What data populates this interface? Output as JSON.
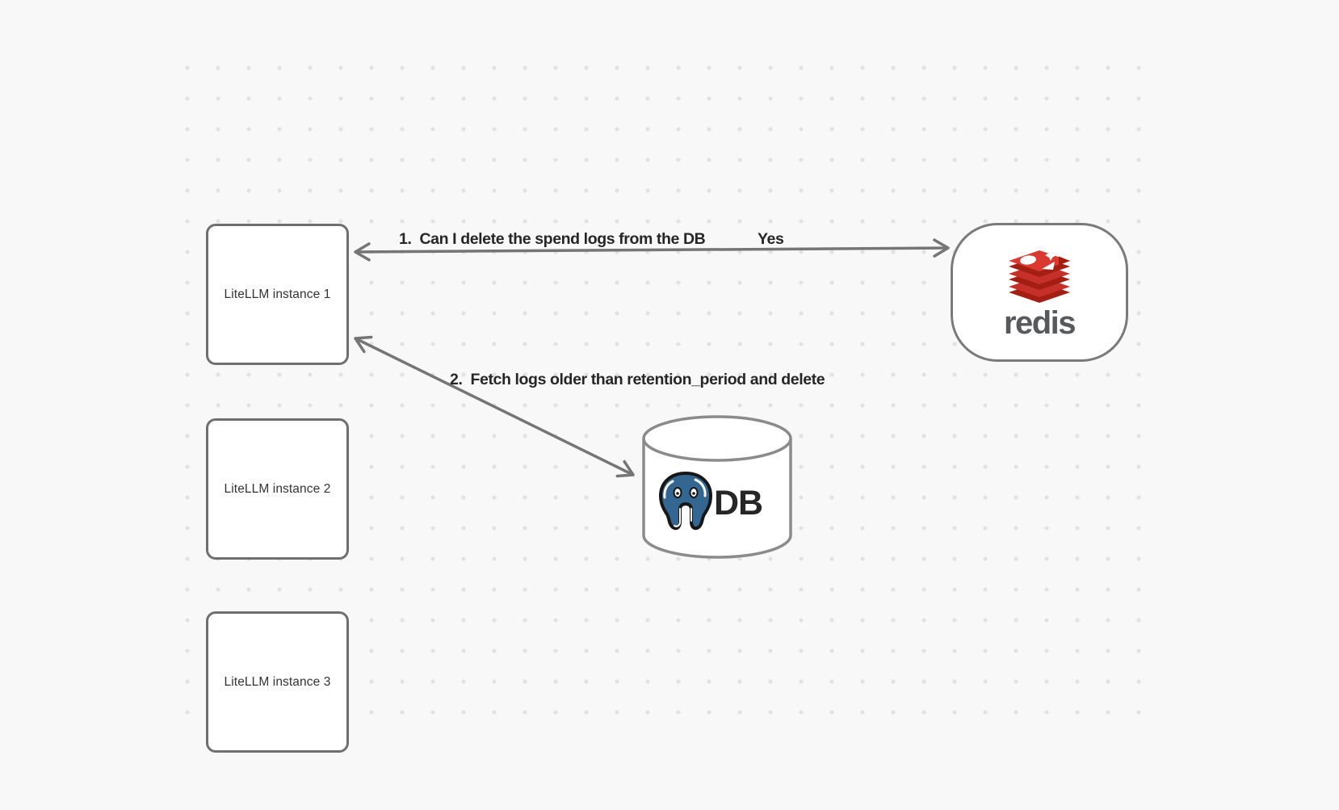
{
  "diagram": {
    "nodes": {
      "instance1": {
        "label": "LiteLLM instance 1"
      },
      "instance2": {
        "label": "LiteLLM instance 2"
      },
      "instance3": {
        "label": "LiteLLM instance 3"
      },
      "redis": {
        "label": "redis",
        "icon": "redis-logo-icon"
      },
      "database": {
        "label": "DB",
        "icon": "postgresql-elephant-icon",
        "shape": "cylinder"
      }
    },
    "edges": {
      "edge1": {
        "question": "1.  Can I delete the spend logs from the DB",
        "answer": "Yes",
        "from": "redis",
        "to": "instance1",
        "style": "double-headed"
      },
      "edge2": {
        "label": "2.  Fetch logs older than retention_period and delete",
        "from": "database",
        "to": "instance1",
        "style": "double-headed"
      }
    },
    "colors": {
      "background": "#f8f8f8",
      "grid_dot": "#e2e2e2",
      "box_border": "#6f6f6f",
      "arrow": "#757575",
      "label_text": "#262626",
      "box_text": "#333333",
      "redis_red": "#c6302b",
      "redis_dark_red": "#a41e11",
      "redis_wordmark_gray": "#58595b",
      "postgres_blue": "#336791"
    }
  }
}
